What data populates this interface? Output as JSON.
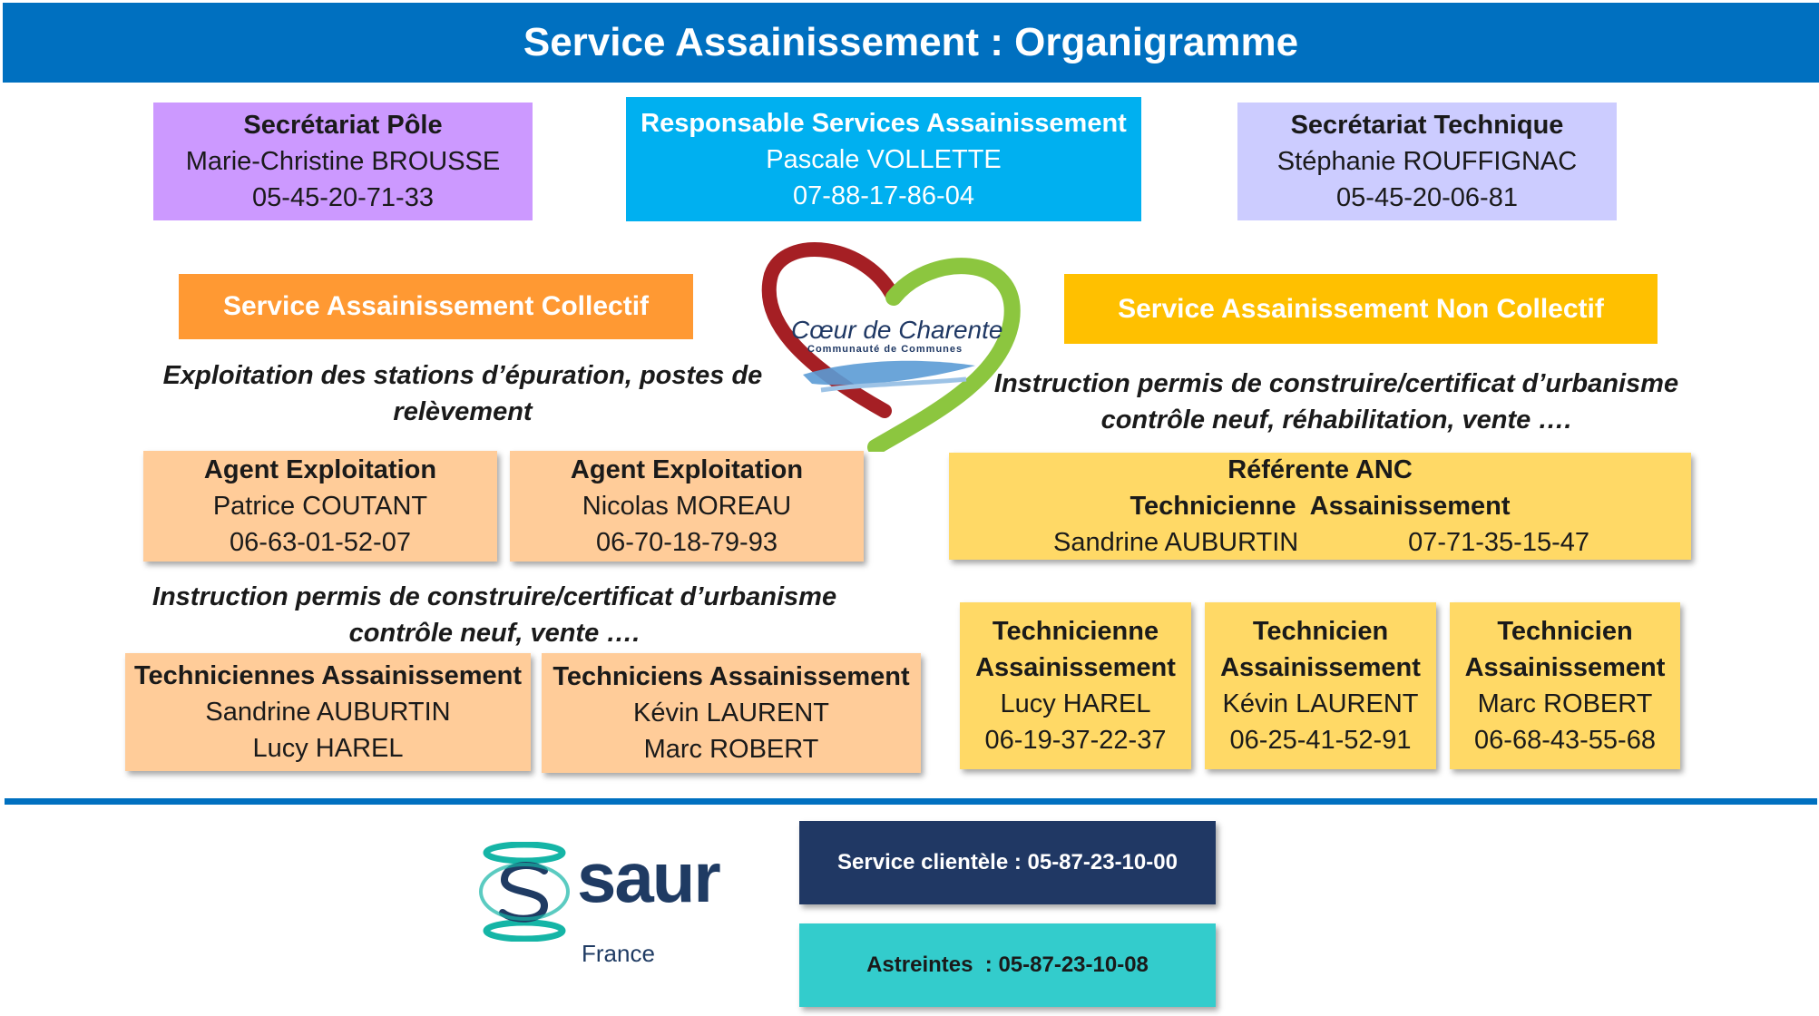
{
  "header": {
    "title": "Service Assainissement : Organigramme"
  },
  "colors": {
    "header_bg": "#0070c0",
    "purple": "#cc99ff",
    "cyan": "#00b0f0",
    "lavender": "#ccccff",
    "orange": "#ff9933",
    "peach": "#ffcc99",
    "gold": "#ffc000",
    "yellow": "#ffd966",
    "navy": "#203864",
    "teal": "#33cccc",
    "divider": "#0070c0"
  },
  "top": {
    "secretariat_pole": {
      "title": "Secrétariat Pôle",
      "name": "Marie-Christine BROUSSE",
      "phone": "05-45-20-71-33"
    },
    "responsable": {
      "title": "Responsable Services Assainissement",
      "name": "Pascale VOLLETTE",
      "phone": "07-88-17-86-04"
    },
    "secretariat_technique": {
      "title": "Secrétariat Technique",
      "name": "Stéphanie ROUFFIGNAC",
      "phone": "05-45-20-06-81"
    }
  },
  "logo_ccc": {
    "line1": "Cœur de Charente",
    "line2": "Communauté de Communes"
  },
  "collectif": {
    "title": "Service Assainissement Collectif",
    "desc1": "Exploitation des stations d’épuration, postes de relèvement",
    "agents": [
      {
        "title": "Agent Exploitation",
        "name": "Patrice COUTANT",
        "phone": "06-63-01-52-07"
      },
      {
        "title": "Agent Exploitation",
        "name": "Nicolas MOREAU",
        "phone": "06-70-18-79-93"
      }
    ],
    "desc2_line1": "Instruction permis de construire/certificat d’urbanisme",
    "desc2_line2": "contrôle neuf, vente ….",
    "techs": [
      {
        "title": "Techniciennes Assainissement",
        "line1": "Sandrine AUBURTIN",
        "line2": "Lucy HAREL"
      },
      {
        "title": "Techniciens Assainissement",
        "line1": "Kévin LAURENT",
        "line2": "Marc ROBERT"
      }
    ]
  },
  "non_collectif": {
    "title": "Service Assainissement Non Collectif",
    "desc_line1": "Instruction permis de construire/certificat d’urbanisme",
    "desc_line2": "contrôle neuf, réhabilitation, vente ….",
    "referente": {
      "title1": "Référente ANC",
      "title2": "Technicienne  Assainissement",
      "name": "Sandrine AUBURTIN",
      "phone": "07-71-35-15-47"
    },
    "techs": [
      {
        "title1": "Technicienne",
        "title2": "Assainissement",
        "name": "Lucy HAREL",
        "phone": "06-19-37-22-37"
      },
      {
        "title1": "Technicien",
        "title2": "Assainissement",
        "name": "Kévin LAURENT",
        "phone": "06-25-41-52-91"
      },
      {
        "title1": "Technicien",
        "title2": "Assainissement",
        "name": "Marc ROBERT",
        "phone": "06-68-43-55-68"
      }
    ]
  },
  "saur": {
    "brand": "saur",
    "country": "France"
  },
  "contacts": {
    "service_client": "Service clientèle : 05-87-23-10-00",
    "astreintes": "Astreintes  : 05-87-23-10-08"
  }
}
